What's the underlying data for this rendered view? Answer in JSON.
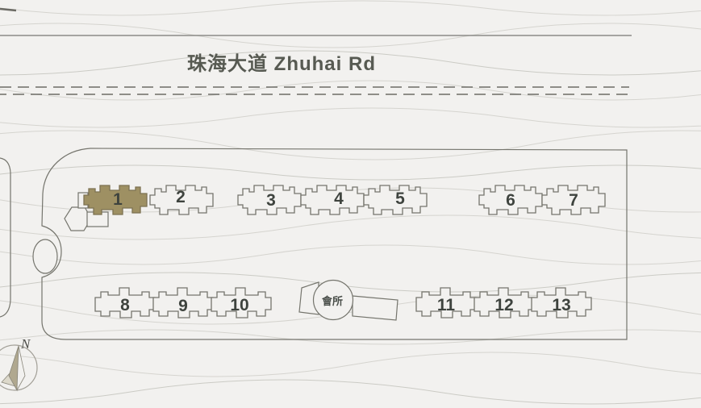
{
  "site_plan": {
    "road_label": "珠海大道 Zhuhai Rd",
    "compass": {
      "north_label": "N"
    },
    "clubhouse": {
      "label": "會所"
    },
    "buildings": [
      {
        "number": "1",
        "highlighted": true
      },
      {
        "number": "2",
        "highlighted": false
      },
      {
        "number": "3",
        "highlighted": false
      },
      {
        "number": "4",
        "highlighted": false
      },
      {
        "number": "5",
        "highlighted": false
      },
      {
        "number": "6",
        "highlighted": false
      },
      {
        "number": "7",
        "highlighted": false
      },
      {
        "number": "8",
        "highlighted": false
      },
      {
        "number": "9",
        "highlighted": false
      },
      {
        "number": "10",
        "highlighted": false
      },
      {
        "number": "11",
        "highlighted": false
      },
      {
        "number": "12",
        "highlighted": false
      },
      {
        "number": "13",
        "highlighted": false
      }
    ],
    "colors": {
      "highlight_fill": "#9e9063",
      "highlight_stroke": "#7d7252",
      "paper": "#f2f1ef",
      "outline": "#75756d",
      "number_text": "#3e433e",
      "road_text": "#575a52",
      "wave_line": "#d5d4cf",
      "dashed_line": "#6c6c66",
      "top_line": "#8b8b87"
    }
  }
}
